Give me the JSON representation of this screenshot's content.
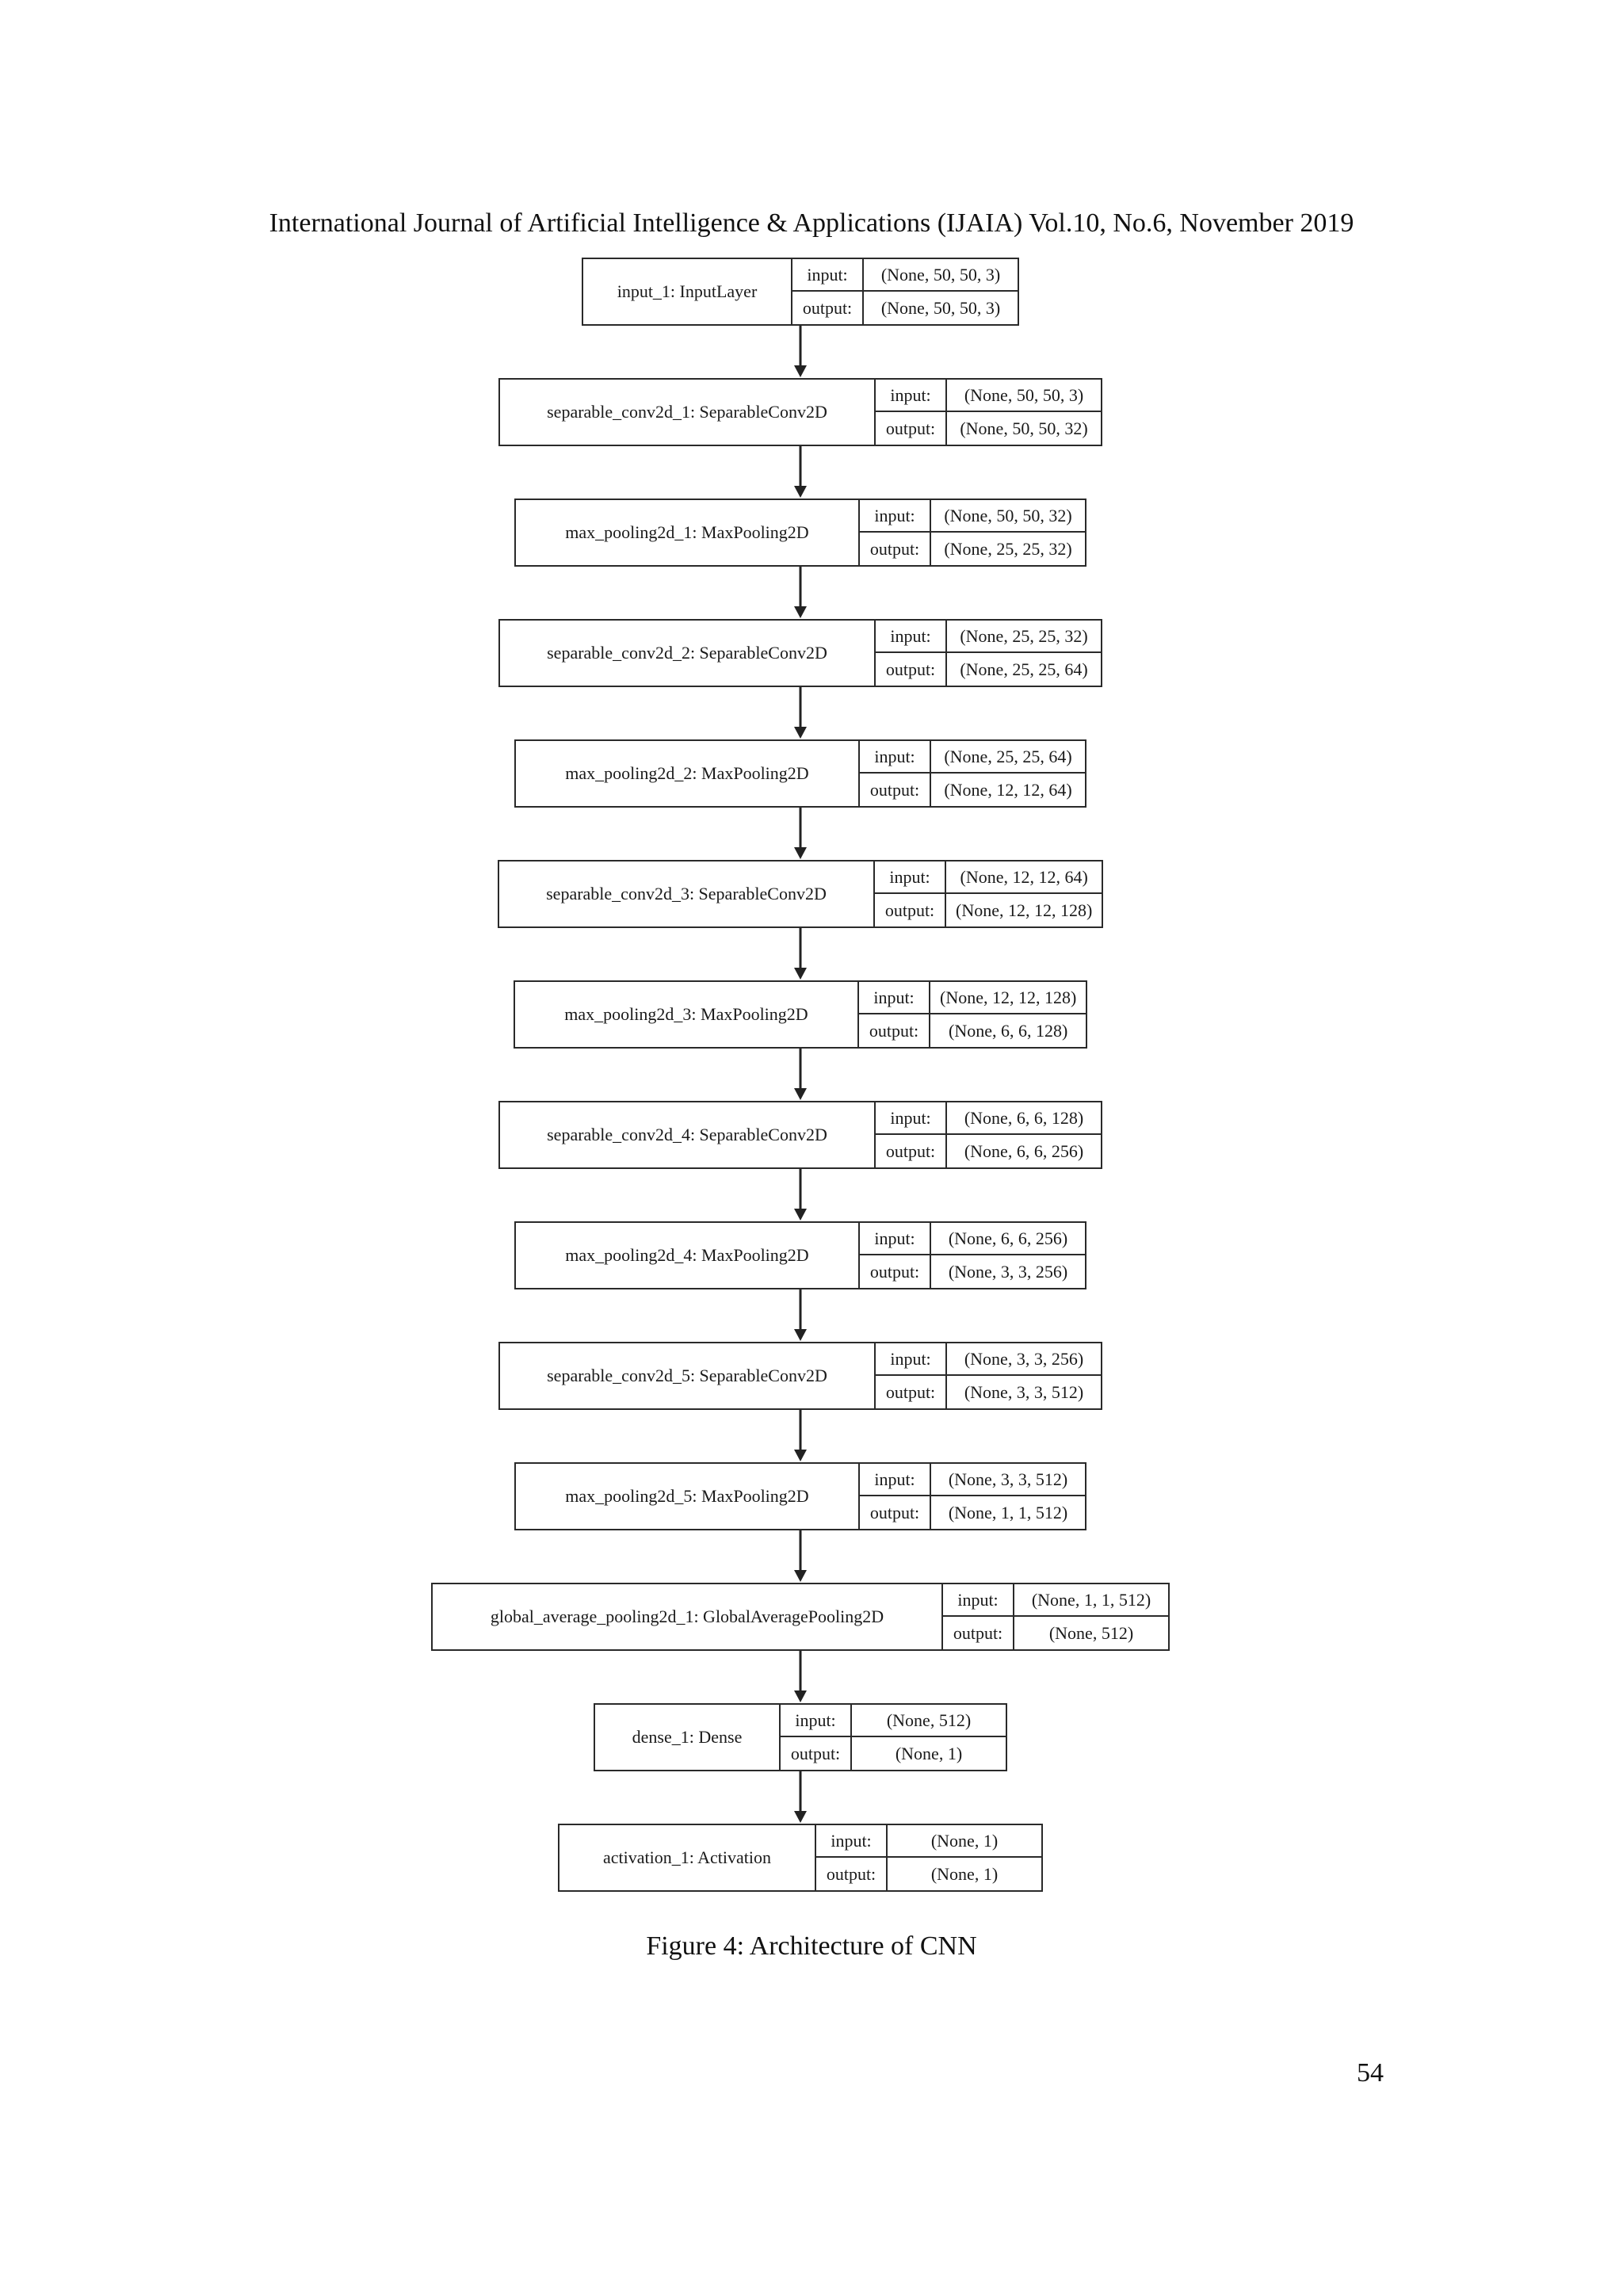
{
  "header": "International Journal of Artificial Intelligence & Applications (IJAIA) Vol.10, No.6, November 2019",
  "layers": [
    {
      "name": "input_1: InputLayer",
      "input_label": "input:",
      "input": "(None, 50, 50, 3)",
      "output_label": "output:",
      "output": "(None, 50, 50, 3)"
    },
    {
      "name": "separable_conv2d_1: SeparableConv2D",
      "input_label": "input:",
      "input": "(None, 50, 50, 3)",
      "output_label": "output:",
      "output": "(None, 50, 50, 32)"
    },
    {
      "name": "max_pooling2d_1: MaxPooling2D",
      "input_label": "input:",
      "input": "(None, 50, 50, 32)",
      "output_label": "output:",
      "output": "(None, 25, 25, 32)"
    },
    {
      "name": "separable_conv2d_2: SeparableConv2D",
      "input_label": "input:",
      "input": "(None, 25, 25, 32)",
      "output_label": "output:",
      "output": "(None, 25, 25, 64)"
    },
    {
      "name": "max_pooling2d_2: MaxPooling2D",
      "input_label": "input:",
      "input": "(None, 25, 25, 64)",
      "output_label": "output:",
      "output": "(None, 12, 12, 64)"
    },
    {
      "name": "separable_conv2d_3: SeparableConv2D",
      "input_label": "input:",
      "input": "(None, 12, 12, 64)",
      "output_label": "output:",
      "output": "(None, 12, 12, 128)"
    },
    {
      "name": "max_pooling2d_3: MaxPooling2D",
      "input_label": "input:",
      "input": "(None, 12, 12, 128)",
      "output_label": "output:",
      "output": "(None, 6, 6, 128)"
    },
    {
      "name": "separable_conv2d_4: SeparableConv2D",
      "input_label": "input:",
      "input": "(None, 6, 6, 128)",
      "output_label": "output:",
      "output": "(None, 6, 6, 256)"
    },
    {
      "name": "max_pooling2d_4: MaxPooling2D",
      "input_label": "input:",
      "input": "(None, 6, 6, 256)",
      "output_label": "output:",
      "output": "(None, 3, 3, 256)"
    },
    {
      "name": "separable_conv2d_5: SeparableConv2D",
      "input_label": "input:",
      "input": "(None, 3, 3, 256)",
      "output_label": "output:",
      "output": "(None, 3, 3, 512)"
    },
    {
      "name": "max_pooling2d_5: MaxPooling2D",
      "input_label": "input:",
      "input": "(None, 3, 3, 512)",
      "output_label": "output:",
      "output": "(None, 1, 1, 512)"
    },
    {
      "name": "global_average_pooling2d_1: GlobalAveragePooling2D",
      "input_label": "input:",
      "input": "(None, 1, 1, 512)",
      "output_label": "output:",
      "output": "(None, 512)"
    },
    {
      "name": "dense_1: Dense",
      "input_label": "input:",
      "input": "(None, 512)",
      "output_label": "output:",
      "output": "(None, 1)"
    },
    {
      "name": "activation_1: Activation",
      "input_label": "input:",
      "input": "(None, 1)",
      "output_label": "output:",
      "output": "(None, 1)"
    }
  ],
  "caption": "Figure 4: Architecture of CNN",
  "page_number": "54"
}
